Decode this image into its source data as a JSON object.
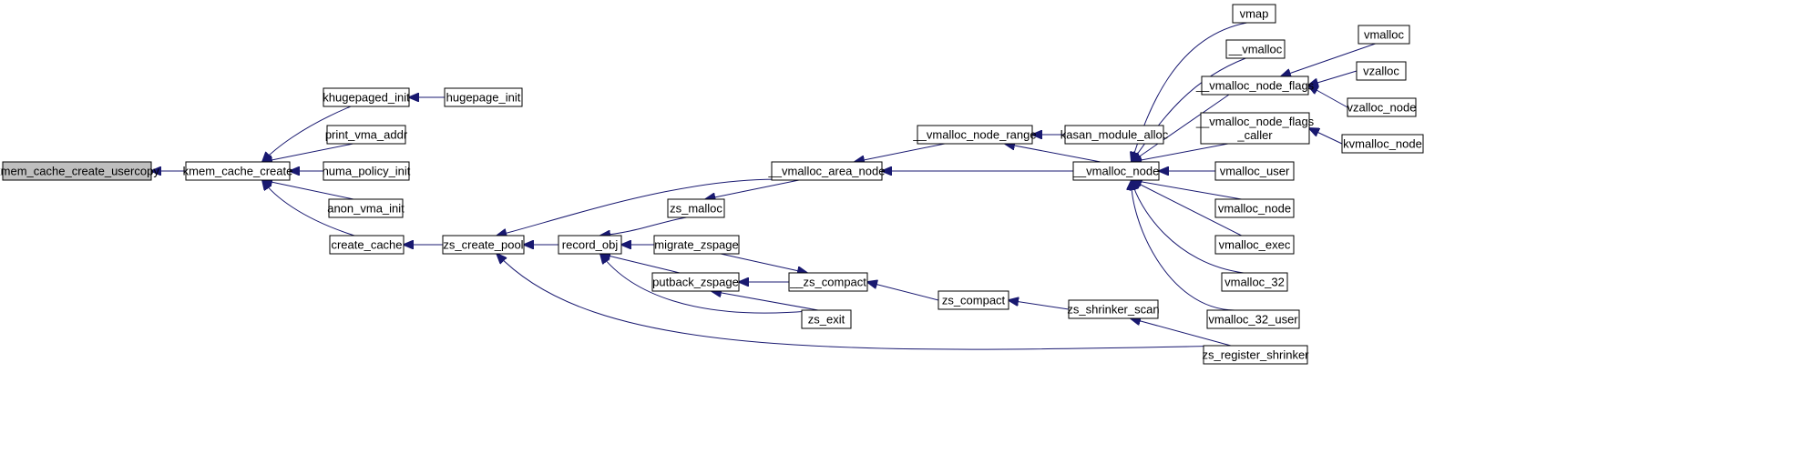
{
  "nodes": {
    "kmem_cache_create_usercopy": "kmem_cache_create_usercopy",
    "kmem_cache_create": "kmem_cache_create",
    "khugepaged_init": "khugepaged_init",
    "hugepage_init": "hugepage_init",
    "print_vma_addr": "print_vma_addr",
    "numa_policy_init": "numa_policy_init",
    "anon_vma_init": "anon_vma_init",
    "create_cache": "create_cache",
    "zs_create_pool": "zs_create_pool",
    "record_obj": "record_obj",
    "zs_malloc": "zs_malloc",
    "migrate_zspage": "migrate_zspage",
    "putback_zspage": "putback_zspage",
    "zs_exit": "zs_exit",
    "__zs_compact": "__zs_compact",
    "zs_compact": "zs_compact",
    "zs_shrinker_scan": "zs_shrinker_scan",
    "zs_register_shrinker": "zs_register_shrinker",
    "__vmalloc_area_node": "__vmalloc_area_node",
    "__vmalloc_node_range": "__vmalloc_node_range",
    "kasan_module_alloc": "kasan_module_alloc",
    "__vmalloc_node": "__vmalloc_node",
    "vmap": "vmap",
    "__vmalloc": "__vmalloc",
    "__vmalloc_node_flags": "__vmalloc_node_flags",
    "__vmalloc_node_flags_caller": [
      "__vmalloc_node_flags",
      "_caller"
    ],
    "vmalloc": "vmalloc",
    "vzalloc": "vzalloc",
    "vzalloc_node": "vzalloc_node",
    "kvmalloc_node": "kvmalloc_node",
    "vmalloc_user": "vmalloc_user",
    "vmalloc_node": "vmalloc_node",
    "vmalloc_exec": "vmalloc_exec",
    "vmalloc_32": "vmalloc_32",
    "vmalloc_32_user": "vmalloc_32_user"
  },
  "edges": [
    [
      "kmem_cache_create",
      "kmem_cache_create_usercopy"
    ],
    [
      "khugepaged_init",
      "kmem_cache_create"
    ],
    [
      "print_vma_addr",
      "kmem_cache_create"
    ],
    [
      "numa_policy_init",
      "kmem_cache_create"
    ],
    [
      "anon_vma_init",
      "kmem_cache_create"
    ],
    [
      "create_cache",
      "kmem_cache_create"
    ],
    [
      "hugepage_init",
      "khugepaged_init"
    ],
    [
      "zs_create_pool",
      "create_cache"
    ],
    [
      "__vmalloc_area_node",
      "zs_create_pool"
    ],
    [
      "record_obj",
      "zs_create_pool"
    ],
    [
      "zs_register_shrinker",
      "zs_create_pool"
    ],
    [
      "zs_malloc",
      "record_obj"
    ],
    [
      "migrate_zspage",
      "record_obj"
    ],
    [
      "putback_zspage",
      "record_obj"
    ],
    [
      "zs_exit",
      "record_obj"
    ],
    [
      "__zs_compact",
      "putback_zspage"
    ],
    [
      "zs_exit",
      "putback_zspage"
    ],
    [
      "__vmalloc_area_node",
      "zs_malloc"
    ],
    [
      "__vmalloc_node",
      "__vmalloc_area_node"
    ],
    [
      "__vmalloc_node_range",
      "__vmalloc_area_node"
    ],
    [
      "migrate_zspage",
      "__zs_compact"
    ],
    [
      "zs_compact",
      "__zs_compact"
    ],
    [
      "zs_shrinker_scan",
      "zs_compact"
    ],
    [
      "zs_register_shrinker",
      "zs_shrinker_scan"
    ],
    [
      "kasan_module_alloc",
      "__vmalloc_node_range"
    ],
    [
      "__vmalloc_node",
      "__vmalloc_node_range"
    ],
    [
      "vmap",
      "__vmalloc_node"
    ],
    [
      "__vmalloc",
      "__vmalloc_node"
    ],
    [
      "__vmalloc_node_flags",
      "__vmalloc_node"
    ],
    [
      "__vmalloc_node_flags_caller",
      "__vmalloc_node"
    ],
    [
      "vmalloc_user",
      "__vmalloc_node"
    ],
    [
      "vmalloc_node",
      "__vmalloc_node"
    ],
    [
      "vmalloc_exec",
      "__vmalloc_node"
    ],
    [
      "vmalloc_32",
      "__vmalloc_node"
    ],
    [
      "vmalloc_32_user",
      "__vmalloc_node"
    ],
    [
      "vmalloc",
      "__vmalloc_node_flags"
    ],
    [
      "vzalloc",
      "__vmalloc_node_flags"
    ],
    [
      "vzalloc_node",
      "__vmalloc_node_flags"
    ],
    [
      "kvmalloc_node",
      "__vmalloc_node_flags_caller"
    ]
  ],
  "colors": {
    "edge": "#191970",
    "root_fill": "#bfbfbf",
    "node_fill": "#ffffff",
    "node_border": "#000000"
  }
}
